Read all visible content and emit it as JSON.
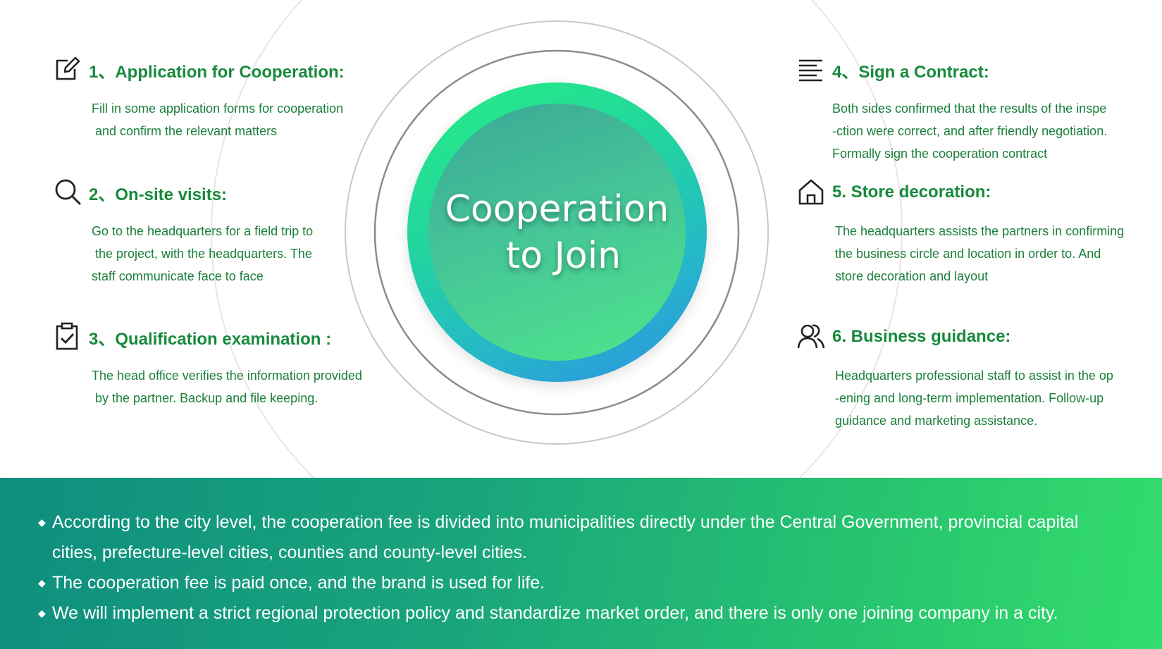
{
  "center": {
    "title_line1": "Cooperation",
    "title_line2": "to Join"
  },
  "steps": [
    {
      "icon": "edit-icon",
      "title": "1、Application for Cooperation:",
      "lines": [
        "Fill in some application forms for cooperation",
        " and confirm the relevant matters"
      ]
    },
    {
      "icon": "search-icon",
      "title": "2、On-site visits:",
      "lines": [
        "Go to the headquarters for a field trip to",
        " the project, with the headquarters. The",
        "staff communicate face to face"
      ]
    },
    {
      "icon": "clipboard-check-icon",
      "title": "3、Qualification examination :",
      "lines": [
        "The head office verifies the information provided",
        " by the partner. Backup and file keeping."
      ]
    },
    {
      "icon": "align-left-icon",
      "title": "4、Sign a Contract:",
      "lines": [
        "Both sides confirmed that the results of the inspe",
        "-ction were correct, and after friendly negotiation.",
        "Formally sign the cooperation contract"
      ]
    },
    {
      "icon": "home-icon",
      "title": "5. Store decoration:",
      "lines": [
        "The headquarters assists the partners in confirming",
        "the business circle and location in order to. And",
        "store decoration and layout"
      ]
    },
    {
      "icon": "users-icon",
      "title": "6. Business guidance:",
      "lines": [
        "Headquarters professional staff to assist in the op",
        "-ening and long-term implementation. Follow-up",
        "guidance and marketing assistance."
      ]
    }
  ],
  "notes": {
    "bullet": "◆",
    "items": [
      [
        "According to the city level, the cooperation fee is divided into municipalities directly under the Central Government, provincial capital",
        "cities, prefecture-level cities, counties and county-level cities."
      ],
      [
        "The cooperation fee is paid once, and the brand is used for life."
      ],
      [
        "We will implement a strict regional protection policy and standardize market order, and there is only one joining company in a city."
      ]
    ]
  },
  "colors": {
    "accent_green": "#178a3c",
    "band_start": "#0e8e7f",
    "band_end": "#33dd6c"
  }
}
